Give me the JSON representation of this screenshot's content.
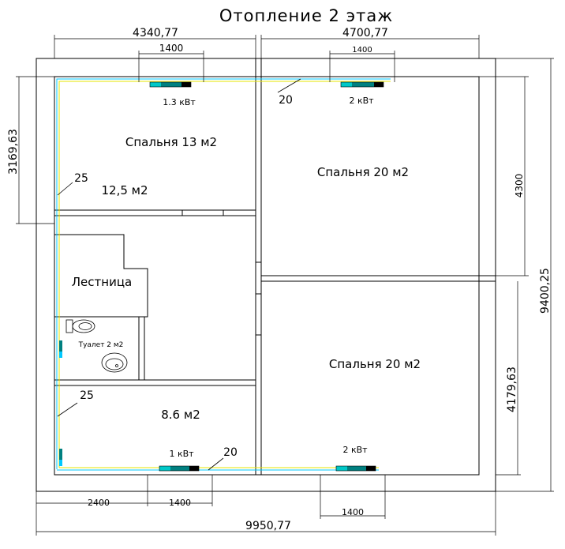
{
  "title": "Отопление 2 этаж",
  "dims": {
    "top_left_total": "4340,77",
    "top_right_total": "4700,77",
    "rad_top_left": "1400",
    "rad_top_right": "1400",
    "left_vertical": "3169,63",
    "right_upper": "4300",
    "right_total": "9400,25",
    "right_lower": "4179,63",
    "bottom_2400": "2400",
    "bottom_rad_left": "1400",
    "bottom_rad_right": "1400",
    "bottom_total": "9950,77"
  },
  "rooms": {
    "bedroom_tl": "Спальня 13 м2",
    "area_tl": "12,5 м2",
    "bedroom_tr": "Спальня 20 м2",
    "bedroom_br": "Спальня 20 м2",
    "stairs": "Лестница",
    "toilet": "Туалет 2 м2",
    "room_bl": "8.6 м2"
  },
  "radiators": {
    "tl_power": "1.3 кВт",
    "tr_power": "2 кВт",
    "bl_power": "1 кВт",
    "br_power": "2 кВт"
  },
  "pipes": {
    "top_diam": "20",
    "left_upper_diam": "25",
    "left_lower_diam": "25",
    "bottom_diam": "20"
  },
  "colors": {
    "pipe_supply": "#00c8ff",
    "pipe_return": "#e6e600",
    "radiator_cyan": "#00c8c8",
    "radiator_teal": "#008080",
    "radiator_dark": "#000000"
  }
}
